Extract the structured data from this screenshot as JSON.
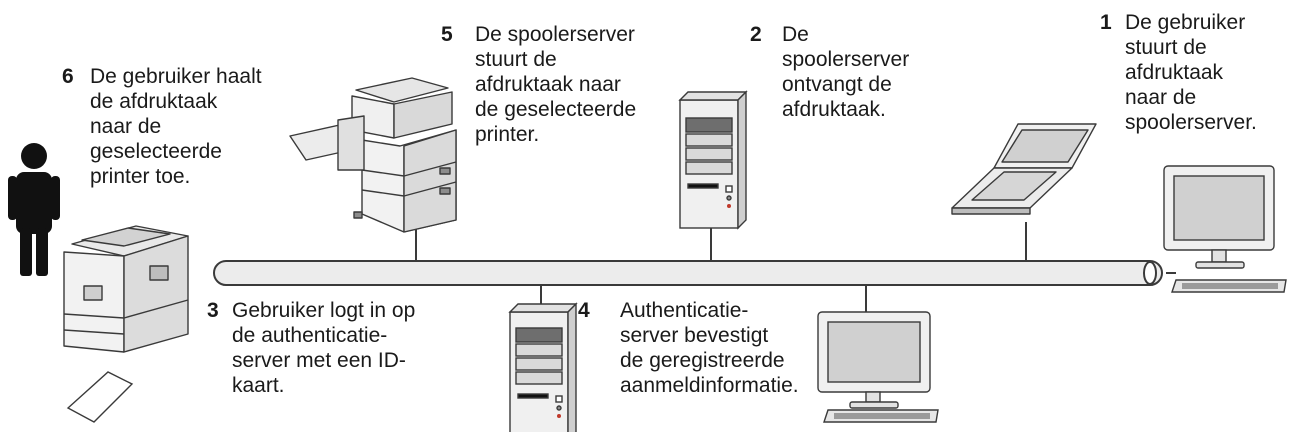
{
  "steps": [
    {
      "num": "1",
      "text": "De gebruiker\nstuurt de\nafdruktaak\nnaar de\nspoolerserver."
    },
    {
      "num": "2",
      "text": "De\nspoolerserver\nontvangt de\nafdruktaak."
    },
    {
      "num": "3",
      "text": "Gebruiker logt in op\nde authenticatie-\nserver met een ID-\nkaart."
    },
    {
      "num": "4",
      "text": "Authenticatie-\nserver bevestigt\nde geregistreerde\naanmeldinformatie."
    },
    {
      "num": "5",
      "text": "De spoolerserver\nstuurt de\nafdruktaak naar\nde geselecteerde\nprinter."
    },
    {
      "num": "6",
      "text": "De gebruiker haalt\nde afdruktaak\nnaar de\ngeselecteerde\nprinter toe."
    }
  ],
  "icons": {
    "user": "person-icon",
    "id_card": "id-card-icon",
    "printer_user": "printer-icon",
    "mfp": "multifunction-printer-icon",
    "spooler": "spooler-server-icon",
    "auth": "authentication-server-icon",
    "laptop": "laptop-icon",
    "pc_right": "desktop-computer-icon",
    "pc_auth": "desktop-computer-icon"
  },
  "colors": {
    "line": "#3a3a3a",
    "device_light": "#f0f0f0",
    "device_mid": "#d4d4d4",
    "device_dark": "#8c8c8c",
    "person": "#111111",
    "led_red": "#c0392b"
  }
}
